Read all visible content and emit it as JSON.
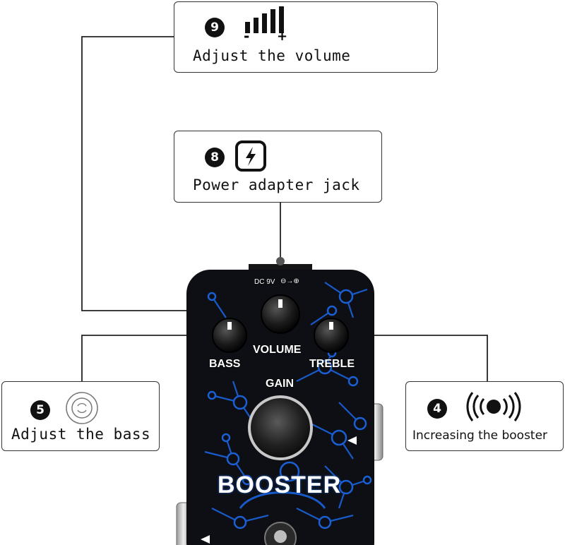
{
  "colors": {
    "accent": "#1a5fd4",
    "pedal_body": "#0d0f14",
    "outline": "#333333"
  },
  "callouts": [
    {
      "number": "9",
      "icon": "volume-bars-icon",
      "minus": "-",
      "plus": "+",
      "caption": "Adjust the volume"
    },
    {
      "number": "8",
      "icon": "lightning-bolt-icon",
      "caption": "Power adapter jack"
    },
    {
      "number": "5",
      "icon": "bass-speaker-icon",
      "caption": "Adjust the bass"
    },
    {
      "number": "4",
      "icon": "sound-waves-icon",
      "caption": "Increasing the booster"
    }
  ],
  "pedal": {
    "dc_label": "DC 9V",
    "polarity": "⊖→⊕",
    "knobs": {
      "volume": "VOLUME",
      "bass": "BASS",
      "treble": "TREBLE",
      "gain": "GAIN"
    },
    "name": "BOOSTER"
  }
}
